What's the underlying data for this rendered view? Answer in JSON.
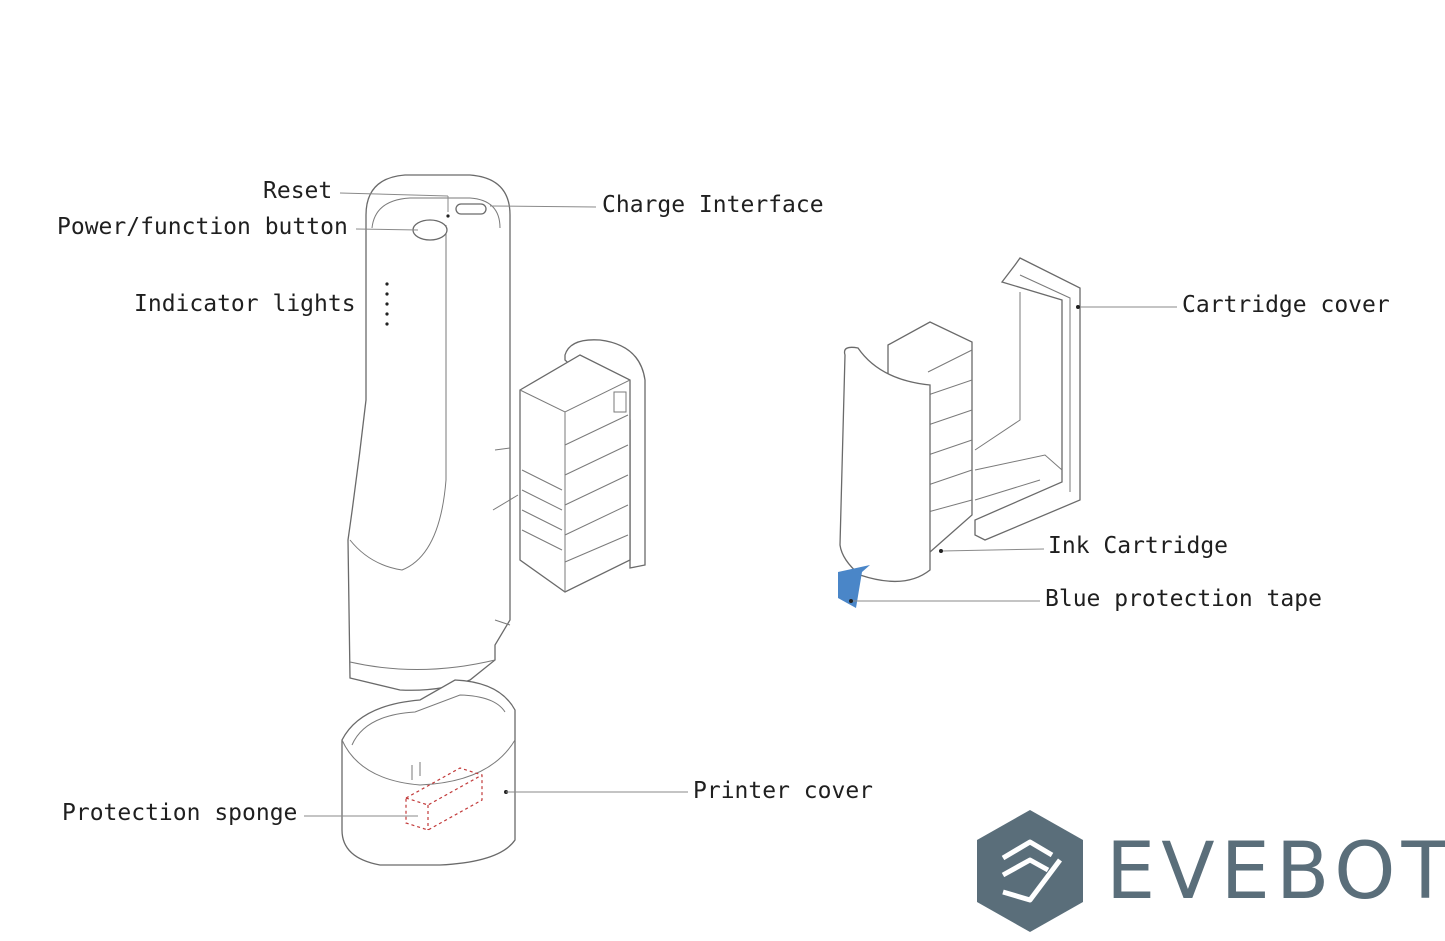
{
  "labels": {
    "reset": "Reset",
    "power_button": "Power/function button",
    "indicator_lights": "Indicator lights",
    "charge_interface": "Charge Interface",
    "cartridge_cover": "Cartridge cover",
    "ink_cartridge": "Ink Cartridge",
    "blue_tape": "Blue protection tape",
    "printer_cover": "Printer cover",
    "protection_sponge": "Protection sponge"
  },
  "brand": {
    "name": "EVEBOT",
    "color": "#5a6e7a"
  },
  "colors": {
    "tape": "#4a86c8",
    "sponge": "#c23a3a"
  }
}
